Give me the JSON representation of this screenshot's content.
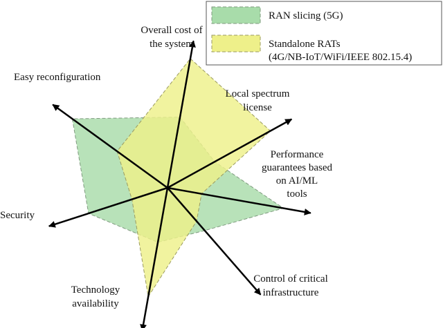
{
  "chart_data": {
    "type": "radar",
    "axes": [
      {
        "label_lines": [
          "Overall cost of",
          "the system"
        ]
      },
      {
        "label_lines": [
          "Local spectrum",
          "license"
        ]
      },
      {
        "label_lines": [
          "Performance",
          "guarantees based",
          "on AI/ML",
          "tools"
        ]
      },
      {
        "label_lines": [
          "Control of critical",
          "infrastructure"
        ]
      },
      {
        "label_lines": [
          "Technology",
          "availability"
        ]
      },
      {
        "label_lines": [
          "Security"
        ]
      },
      {
        "label_lines": [
          "Easy reconfiguration"
        ]
      }
    ],
    "range": [
      0,
      1
    ],
    "series": [
      {
        "name_lines": [
          "RAN slicing (5G)"
        ],
        "color": "#a8dcaa",
        "stroke": "#7f9a7f",
        "values": [
          0.52,
          0.39,
          0.85,
          0.41,
          0.4,
          0.6,
          0.85
        ]
      },
      {
        "name_lines": [
          "Standalone RATs",
          "(4G/NB-IoT/WiFi/IEEE 802.15.4)"
        ],
        "color": "#eef08a",
        "stroke": "#9a9a60",
        "values": [
          0.95,
          0.85,
          0.25,
          0.32,
          0.8,
          0.27,
          0.45
        ]
      }
    ],
    "legend_position": "top-right",
    "grid": false
  }
}
